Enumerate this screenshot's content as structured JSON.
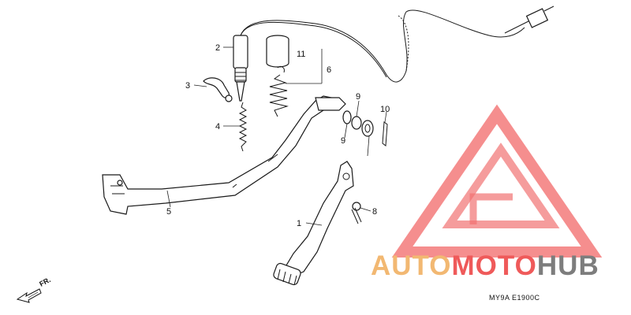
{
  "callouts": [
    {
      "id": "c1",
      "text": "1"
    },
    {
      "id": "c2",
      "text": "2"
    },
    {
      "id": "c3",
      "text": "3"
    },
    {
      "id": "c4",
      "text": "4"
    },
    {
      "id": "c5",
      "text": "5"
    },
    {
      "id": "c6",
      "text": "6"
    },
    {
      "id": "c8",
      "text": "8"
    },
    {
      "id": "c9a",
      "text": "9"
    },
    {
      "id": "c9b",
      "text": "9"
    },
    {
      "id": "c10",
      "text": "10"
    },
    {
      "id": "c11",
      "text": "11"
    }
  ],
  "diagram_code": "MY9A E1900C",
  "direction_label": "FR.",
  "watermark": {
    "part1": "AUTO",
    "part2": "MOTO",
    "part3": "HUB",
    "color1": "#f2b872",
    "color2": "#ef5a5a",
    "color3": "#7d7d7d",
    "logo_color": "#f05a5a"
  }
}
